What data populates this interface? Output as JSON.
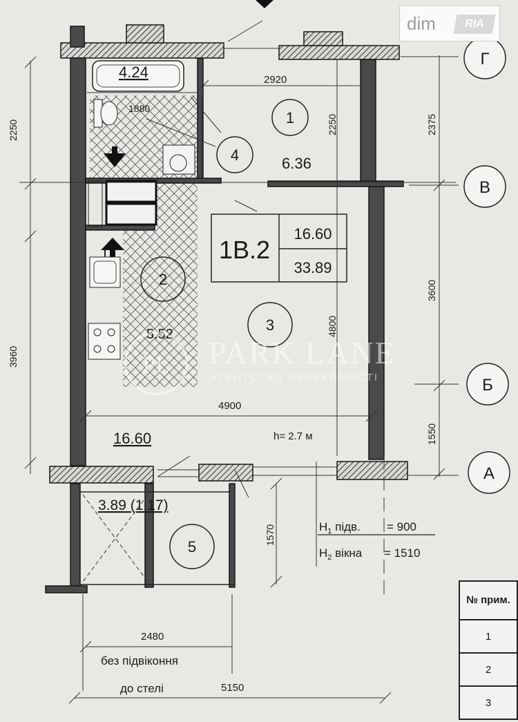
{
  "badge": {
    "brand": "dim",
    "tag": "RIA"
  },
  "watermark": {
    "monogram": "PL",
    "name": "PARK LANE",
    "subtitle": "АГЕНТСТВО НЕРУХОМОСТІ"
  },
  "apartment": {
    "code": "1В.2",
    "living_area": "16.60",
    "total_area": "33.89"
  },
  "rooms": [
    {
      "num": "1",
      "area": "6.36"
    },
    {
      "num": "2",
      "area": "5.52"
    },
    {
      "num": "3",
      "area": "16.60"
    },
    {
      "num": "4",
      "area": "4.24"
    },
    {
      "num": "5",
      "area": "3.89 (1.17)"
    }
  ],
  "axes": {
    "g": "Г",
    "v": "В",
    "b": "Б",
    "a": "А"
  },
  "dims": {
    "d2920": "2920",
    "d1880": "1880",
    "d2250a": "2250",
    "d2250b": "2250",
    "d2375": "2375",
    "d3600": "3600",
    "d1550": "1550",
    "d3960": "3960",
    "d4800": "4800",
    "d4900": "4900",
    "d1570": "1570",
    "d2480": "2480",
    "d5150": "5150"
  },
  "ceiling": "h= 2.7 м",
  "notes": {
    "h1_label": "H",
    "h1_sub": "1",
    "h1_text": " підв.",
    "h1_value": "=   900",
    "h2_label": "H",
    "h2_sub": "2",
    "h2_text": " вікна",
    "h2_value": "= 1510",
    "no_sill": "без підвіконня",
    "to_ceiling": "до стелі"
  },
  "legend": {
    "header": "№ прим.",
    "rows": [
      "1",
      "2",
      "3"
    ]
  }
}
